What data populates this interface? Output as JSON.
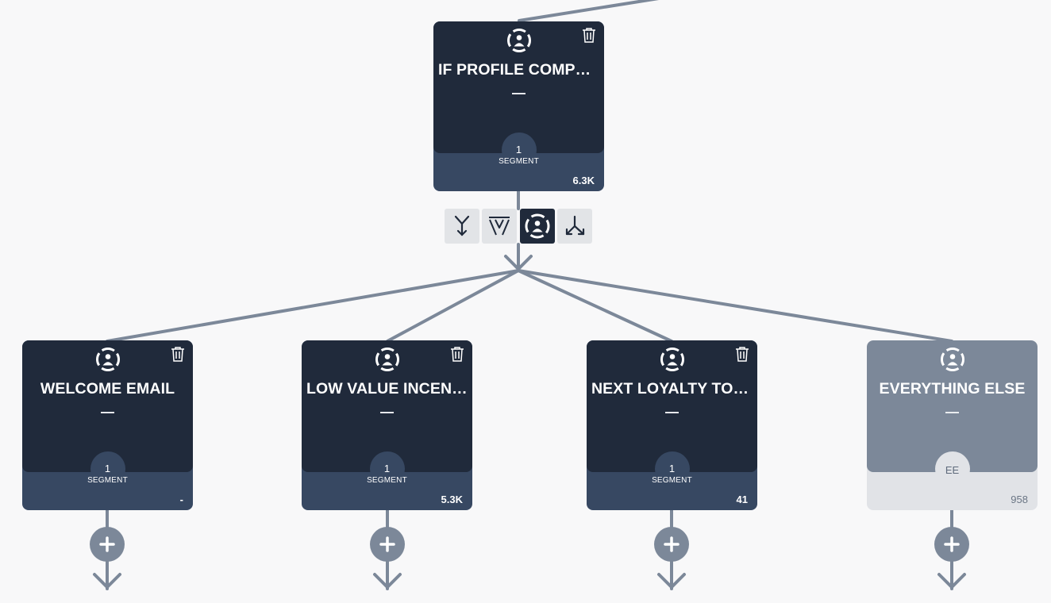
{
  "root_node": {
    "title": "IF PROFILE COMPLE...",
    "subtitle": "—",
    "segment_count": "1",
    "segment_label": "SEGMENT",
    "stat": "6.3K"
  },
  "toolbar": {
    "buttons": [
      {
        "icon": "merge-split-icon",
        "active": false
      },
      {
        "icon": "filter-icon",
        "active": false
      },
      {
        "icon": "segment-icon",
        "active": true
      },
      {
        "icon": "split-icon",
        "active": false
      }
    ]
  },
  "branches": [
    {
      "title": "WELCOME EMAIL",
      "subtitle": "—",
      "segment_count": "1",
      "segment_label": "SEGMENT",
      "stat": "-"
    },
    {
      "title": "LOW VALUE INCENTI...",
      "subtitle": "—",
      "segment_count": "1",
      "segment_label": "SEGMENT",
      "stat": "5.3K"
    },
    {
      "title": "NEXT LOYALTY TOU...",
      "subtitle": "—",
      "segment_count": "1",
      "segment_label": "SEGMENT",
      "stat": "41"
    },
    {
      "title": "EVERYTHING ELSE",
      "subtitle": "—",
      "badge": "EE",
      "stat": "958"
    }
  ],
  "colors": {
    "node_dark": "#202a3b",
    "node_footer": "#374862",
    "connector": "#7c8899",
    "ee_node": "#7c8899",
    "background": "#f8f8f9"
  }
}
